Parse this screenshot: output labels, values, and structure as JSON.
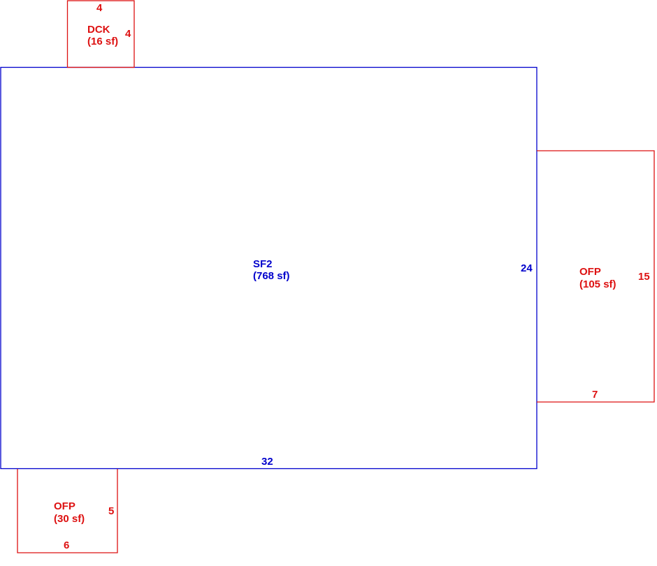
{
  "colors": {
    "living": "#0000cc",
    "addition": "#dd1111",
    "background": "#ffffff"
  },
  "areas": {
    "sf2": {
      "code": "SF2",
      "area": "(768 sf)",
      "dims": {
        "width": "32",
        "depth": "24"
      }
    },
    "dck": {
      "code": "DCK",
      "area": "(16 sf)",
      "dims": {
        "width": "4",
        "depth": "4"
      }
    },
    "ofp_right": {
      "code": "OFP",
      "area": "(105 sf)",
      "dims": {
        "width": "7",
        "depth": "15"
      }
    },
    "ofp_bottom": {
      "code": "OFP",
      "area": "(30 sf)",
      "dims": {
        "width": "6",
        "depth": "5"
      }
    }
  }
}
